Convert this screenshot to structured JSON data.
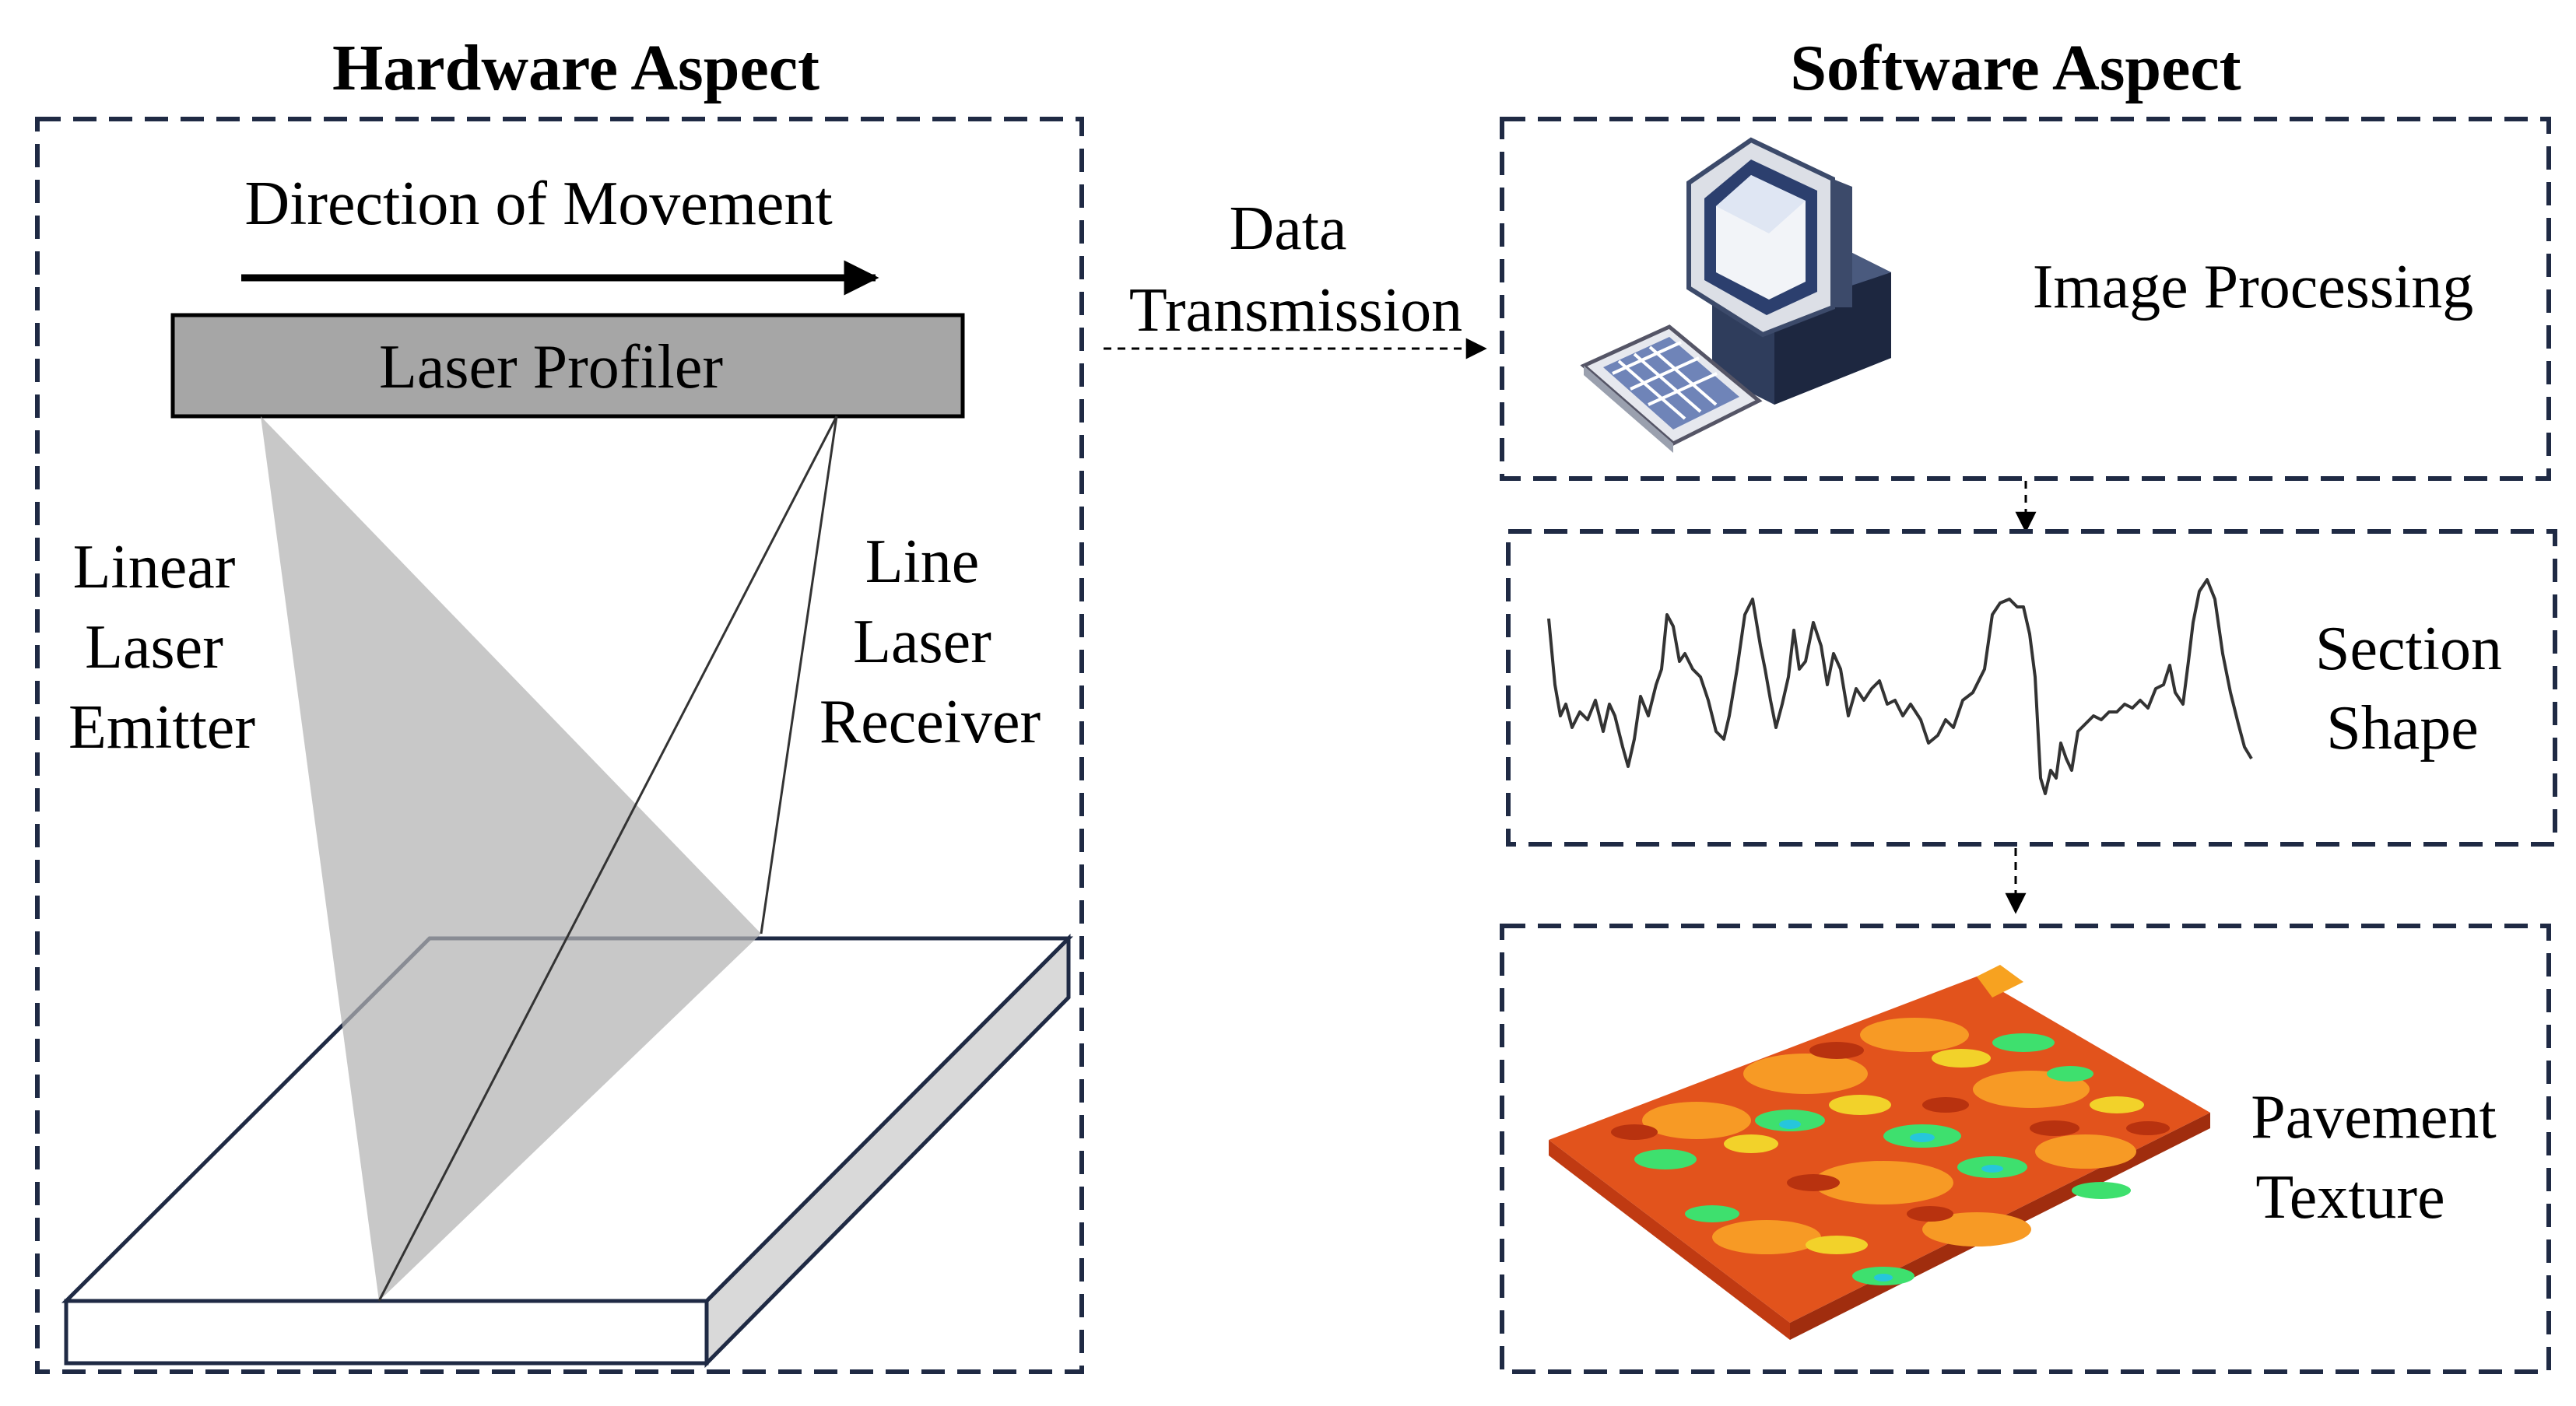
{
  "hardware": {
    "title": "Hardware Aspect",
    "direction_label": "Direction of Movement",
    "profiler_label": "Laser Profiler",
    "emitter_label": [
      "Linear",
      "Laser",
      "Emitter"
    ],
    "receiver_label": [
      "Line",
      "Laser",
      "Receiver"
    ]
  },
  "transmission": {
    "label": [
      "Data",
      "Transmission"
    ]
  },
  "software": {
    "title": "Software Aspect",
    "image_processing_label": "Image Processing",
    "section_shape_label": [
      "Section",
      "Shape"
    ],
    "pavement_texture_label": [
      "Pavement",
      "Texture"
    ]
  },
  "colors": {
    "frame": "#1f2a44",
    "profiler_fill": "#a6a6a6",
    "beam_fill": "#c8c8c8",
    "texture_high": "#d9461a",
    "texture_mid": "#f28c1f",
    "texture_low": "#33e06a",
    "texture_deep": "#22c3d9"
  }
}
